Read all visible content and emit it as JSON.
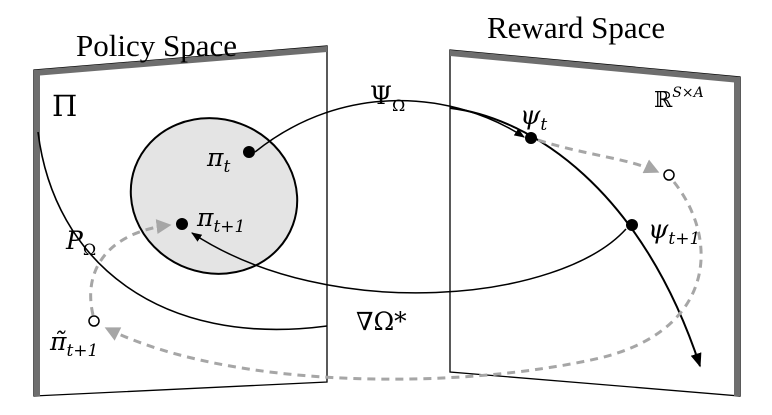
{
  "policy_panel": {
    "title": "Policy Space",
    "set_symbol": "Π"
  },
  "reward_panel": {
    "title": "Reward Space",
    "space_symbol_base": "ℝ",
    "space_symbol_sup": "S×A"
  },
  "labels": {
    "pi_t": "π",
    "pi_t_sub": "t",
    "pi_t1": "π",
    "pi_t1_sub": "t+1",
    "pi_tilde": "π̃",
    "pi_tilde_sub": "t+1",
    "psi_t": "ψ",
    "psi_t_sub": "t",
    "psi_t1": "ψ",
    "psi_t1_sub": "t+1",
    "map_forward": "Ψ",
    "map_forward_sub": "Ω",
    "map_backward": "∇Ω*",
    "projection": "P",
    "projection_sub": "Ω"
  },
  "colors": {
    "ink": "#000000",
    "panel_edge": "#6e6e6e",
    "policy_region_fill": "#e4e4e4",
    "dashed_path": "#a6a6a6"
  }
}
